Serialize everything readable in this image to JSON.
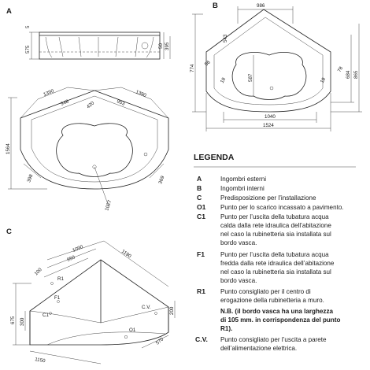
{
  "sections": [
    "A",
    "B",
    "C"
  ],
  "dims_a_elevation": [
    "5",
    "575",
    "50",
    "395"
  ],
  "dims_a_plan": [
    "1390",
    "948",
    "420",
    "953",
    "1390",
    "1564",
    "398",
    "369",
    "1027"
  ],
  "dims_b": [
    "986",
    "543",
    "56",
    "587",
    "18",
    "18",
    "774",
    "78",
    "684",
    "865",
    "1040",
    "1524"
  ],
  "dims_c": [
    "1190",
    "1090",
    "950",
    "100",
    "R1",
    "F1",
    "C1",
    "675",
    "300",
    "200",
    "C.V.",
    "O1",
    "570",
    "1150"
  ],
  "legend": {
    "title": "LEGENDA",
    "entries": [
      {
        "code": "A",
        "lines": [
          "Ingombri esterni"
        ]
      },
      {
        "code": "B",
        "lines": [
          "Ingombri interni"
        ]
      },
      {
        "code": "C",
        "lines": [
          "Predisposizione per l’installazione"
        ]
      },
      {
        "code": "O1",
        "lines": [
          "Punto per lo scarico incassato a pavimento."
        ]
      },
      {
        "code": "C1",
        "lines": [
          "Punto per l’uscita della tubatura acqua",
          "calda dalla rete idraulica dell’abitazione",
          "nel caso la rubinetteria sia installata sul",
          "bordo vasca."
        ]
      },
      {
        "code": "F1",
        "lines": [
          "Punto per l’uscita della tubatura acqua",
          "fredda dalla rete idraulica dell’abitazione",
          "nel caso la rubinetteria sia installata sul",
          "bordo vasca."
        ]
      },
      {
        "code": "R1",
        "lines": [
          "Punto consigliato per il centro di",
          "erogazione della rubinetteria a muro."
        ]
      }
    ],
    "note": [
      "N.B. (il bordo vasca ha una larghezza",
      "di 105 mm. in corrispondenza del punto",
      "R1)."
    ],
    "cv": {
      "code": "C.V.",
      "lines": [
        "Punto consigliato per l’uscita a parete",
        "dell’alimentazione elettrica."
      ]
    }
  }
}
